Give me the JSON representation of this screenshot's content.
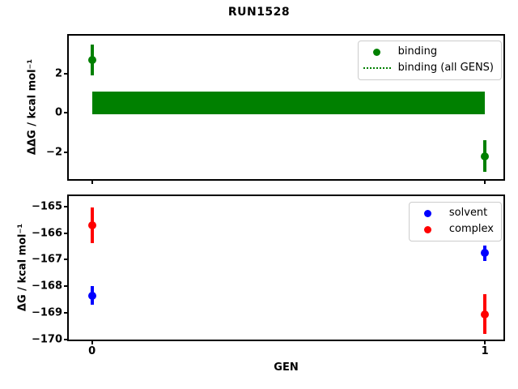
{
  "figure": {
    "title": "RUN1528",
    "background": "#ffffff"
  },
  "chart_data": [
    {
      "type": "scatter",
      "title": "",
      "xlabel": "",
      "ylabel": "ΔΔG / kcal mol⁻¹",
      "x": [
        0,
        1
      ],
      "xlim": [
        -0.059,
        1.047
      ],
      "ylim": [
        -3.37,
        3.94
      ],
      "grid": false,
      "xticks": [
        {
          "v": 0,
          "label": "0",
          "show_label": false
        },
        {
          "v": 1,
          "label": "1",
          "show_label": false
        }
      ],
      "yticks": [
        {
          "v": 2,
          "label": "2"
        },
        {
          "v": 0,
          "label": "0"
        },
        {
          "v": -2,
          "label": "−2"
        }
      ],
      "series": [
        {
          "name": "binding",
          "color": "#008000",
          "marker": "circle",
          "values": [
            2.7,
            -2.2
          ],
          "errors": [
            0.8,
            0.8
          ]
        }
      ],
      "band": {
        "label": "binding (all GENS)",
        "color": "#008000",
        "x_range": [
          0,
          1
        ],
        "y_range": [
          -0.05,
          1.1
        ]
      },
      "legend": {
        "position": "upper-right",
        "entries": [
          {
            "label": "binding",
            "swatch": "dot",
            "color": "#008000"
          },
          {
            "label": "binding (all GENS)",
            "swatch": "dotted-line",
            "color": "#008000"
          }
        ]
      }
    },
    {
      "type": "scatter",
      "title": "",
      "xlabel": "GEN",
      "ylabel": "ΔG / kcal mol⁻¹",
      "x": [
        0,
        1
      ],
      "xlim": [
        -0.059,
        1.047
      ],
      "ylim": [
        -170.01,
        -164.61
      ],
      "grid": false,
      "xticks": [
        {
          "v": 0,
          "label": "0",
          "show_label": true
        },
        {
          "v": 1,
          "label": "1",
          "show_label": true
        }
      ],
      "yticks": [
        {
          "v": -165,
          "label": "−165"
        },
        {
          "v": -166,
          "label": "−166"
        },
        {
          "v": -167,
          "label": "−167"
        },
        {
          "v": -168,
          "label": "−168"
        },
        {
          "v": -169,
          "label": "−169"
        },
        {
          "v": -170,
          "label": "−170"
        }
      ],
      "series": [
        {
          "name": "solvent",
          "color": "#0000ff",
          "marker": "circle",
          "values": [
            -168.35,
            -166.75
          ],
          "errors": [
            0.36,
            0.29
          ]
        },
        {
          "name": "complex",
          "color": "#ff0000",
          "marker": "circle",
          "values": [
            -165.7,
            -169.05
          ],
          "errors": [
            0.67,
            0.75
          ]
        }
      ],
      "legend": {
        "position": "upper-right",
        "entries": [
          {
            "label": "solvent",
            "swatch": "dot",
            "color": "#0000ff"
          },
          {
            "label": "complex",
            "swatch": "dot",
            "color": "#ff0000"
          }
        ]
      }
    }
  ]
}
